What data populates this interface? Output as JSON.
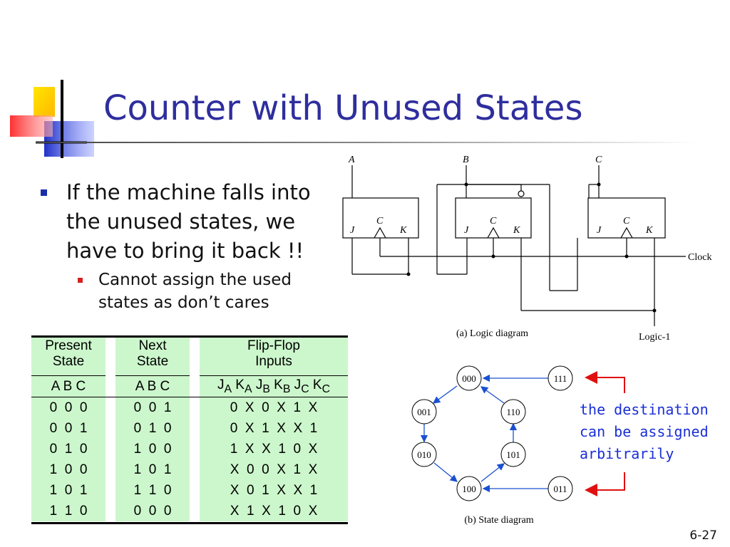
{
  "slide": {
    "title": "Counter with Unused States",
    "page_number": "6-27"
  },
  "bullets": {
    "level1": "If the machine falls into the unused states, we have to bring it back !!",
    "level2": "Cannot assign the used states as don’t cares"
  },
  "table": {
    "headers": [
      {
        "line1": "Present",
        "line2": "State",
        "sub": "A  B  C"
      },
      {
        "line1": "Next",
        "line2": "State",
        "sub": "A  B  C"
      },
      {
        "line1": "Flip-Flop",
        "line2": "Inputs",
        "sub": "JA KA JB KB JC KC"
      }
    ],
    "rows": [
      {
        "present": "0  0  0",
        "next": "0  0  1",
        "inputs": "0  X  0  X  1  X"
      },
      {
        "present": "0  0  1",
        "next": "0  1  0",
        "inputs": "0  X  1  X  X  1"
      },
      {
        "present": "0  1  0",
        "next": "1  0  0",
        "inputs": "1  X  X  1  0  X"
      },
      {
        "present": "1  0  0",
        "next": "1  0  1",
        "inputs": "X  0  0  X  1  X"
      },
      {
        "present": "1  0  1",
        "next": "1  1  0",
        "inputs": "X  0  1  X  X  1"
      },
      {
        "present": "1  1  0",
        "next": "0  0  0",
        "inputs": "X  1  X  1  0  X"
      }
    ]
  },
  "logic_diagram": {
    "outputs": [
      "A",
      "B",
      "C"
    ],
    "ff_labels": {
      "j": "J",
      "c": "C",
      "k": "K"
    },
    "clock_label": "Clock",
    "logic1_label": "Logic-1",
    "caption": "(a) Logic diagram"
  },
  "state_diagram": {
    "states": [
      "000",
      "001",
      "010",
      "100",
      "110",
      "101",
      "111",
      "011"
    ],
    "caption": "(b) State diagram"
  },
  "note": {
    "text": "the destination can be assigned arbitrarily",
    "arrow_color": "#e01010"
  },
  "colors": {
    "title": "#2e2e9e",
    "table_bg": "#ccf7cc",
    "note_text": "#1b2fd6",
    "bullet1": "#1a2ea8",
    "bullet2": "#d42020"
  }
}
